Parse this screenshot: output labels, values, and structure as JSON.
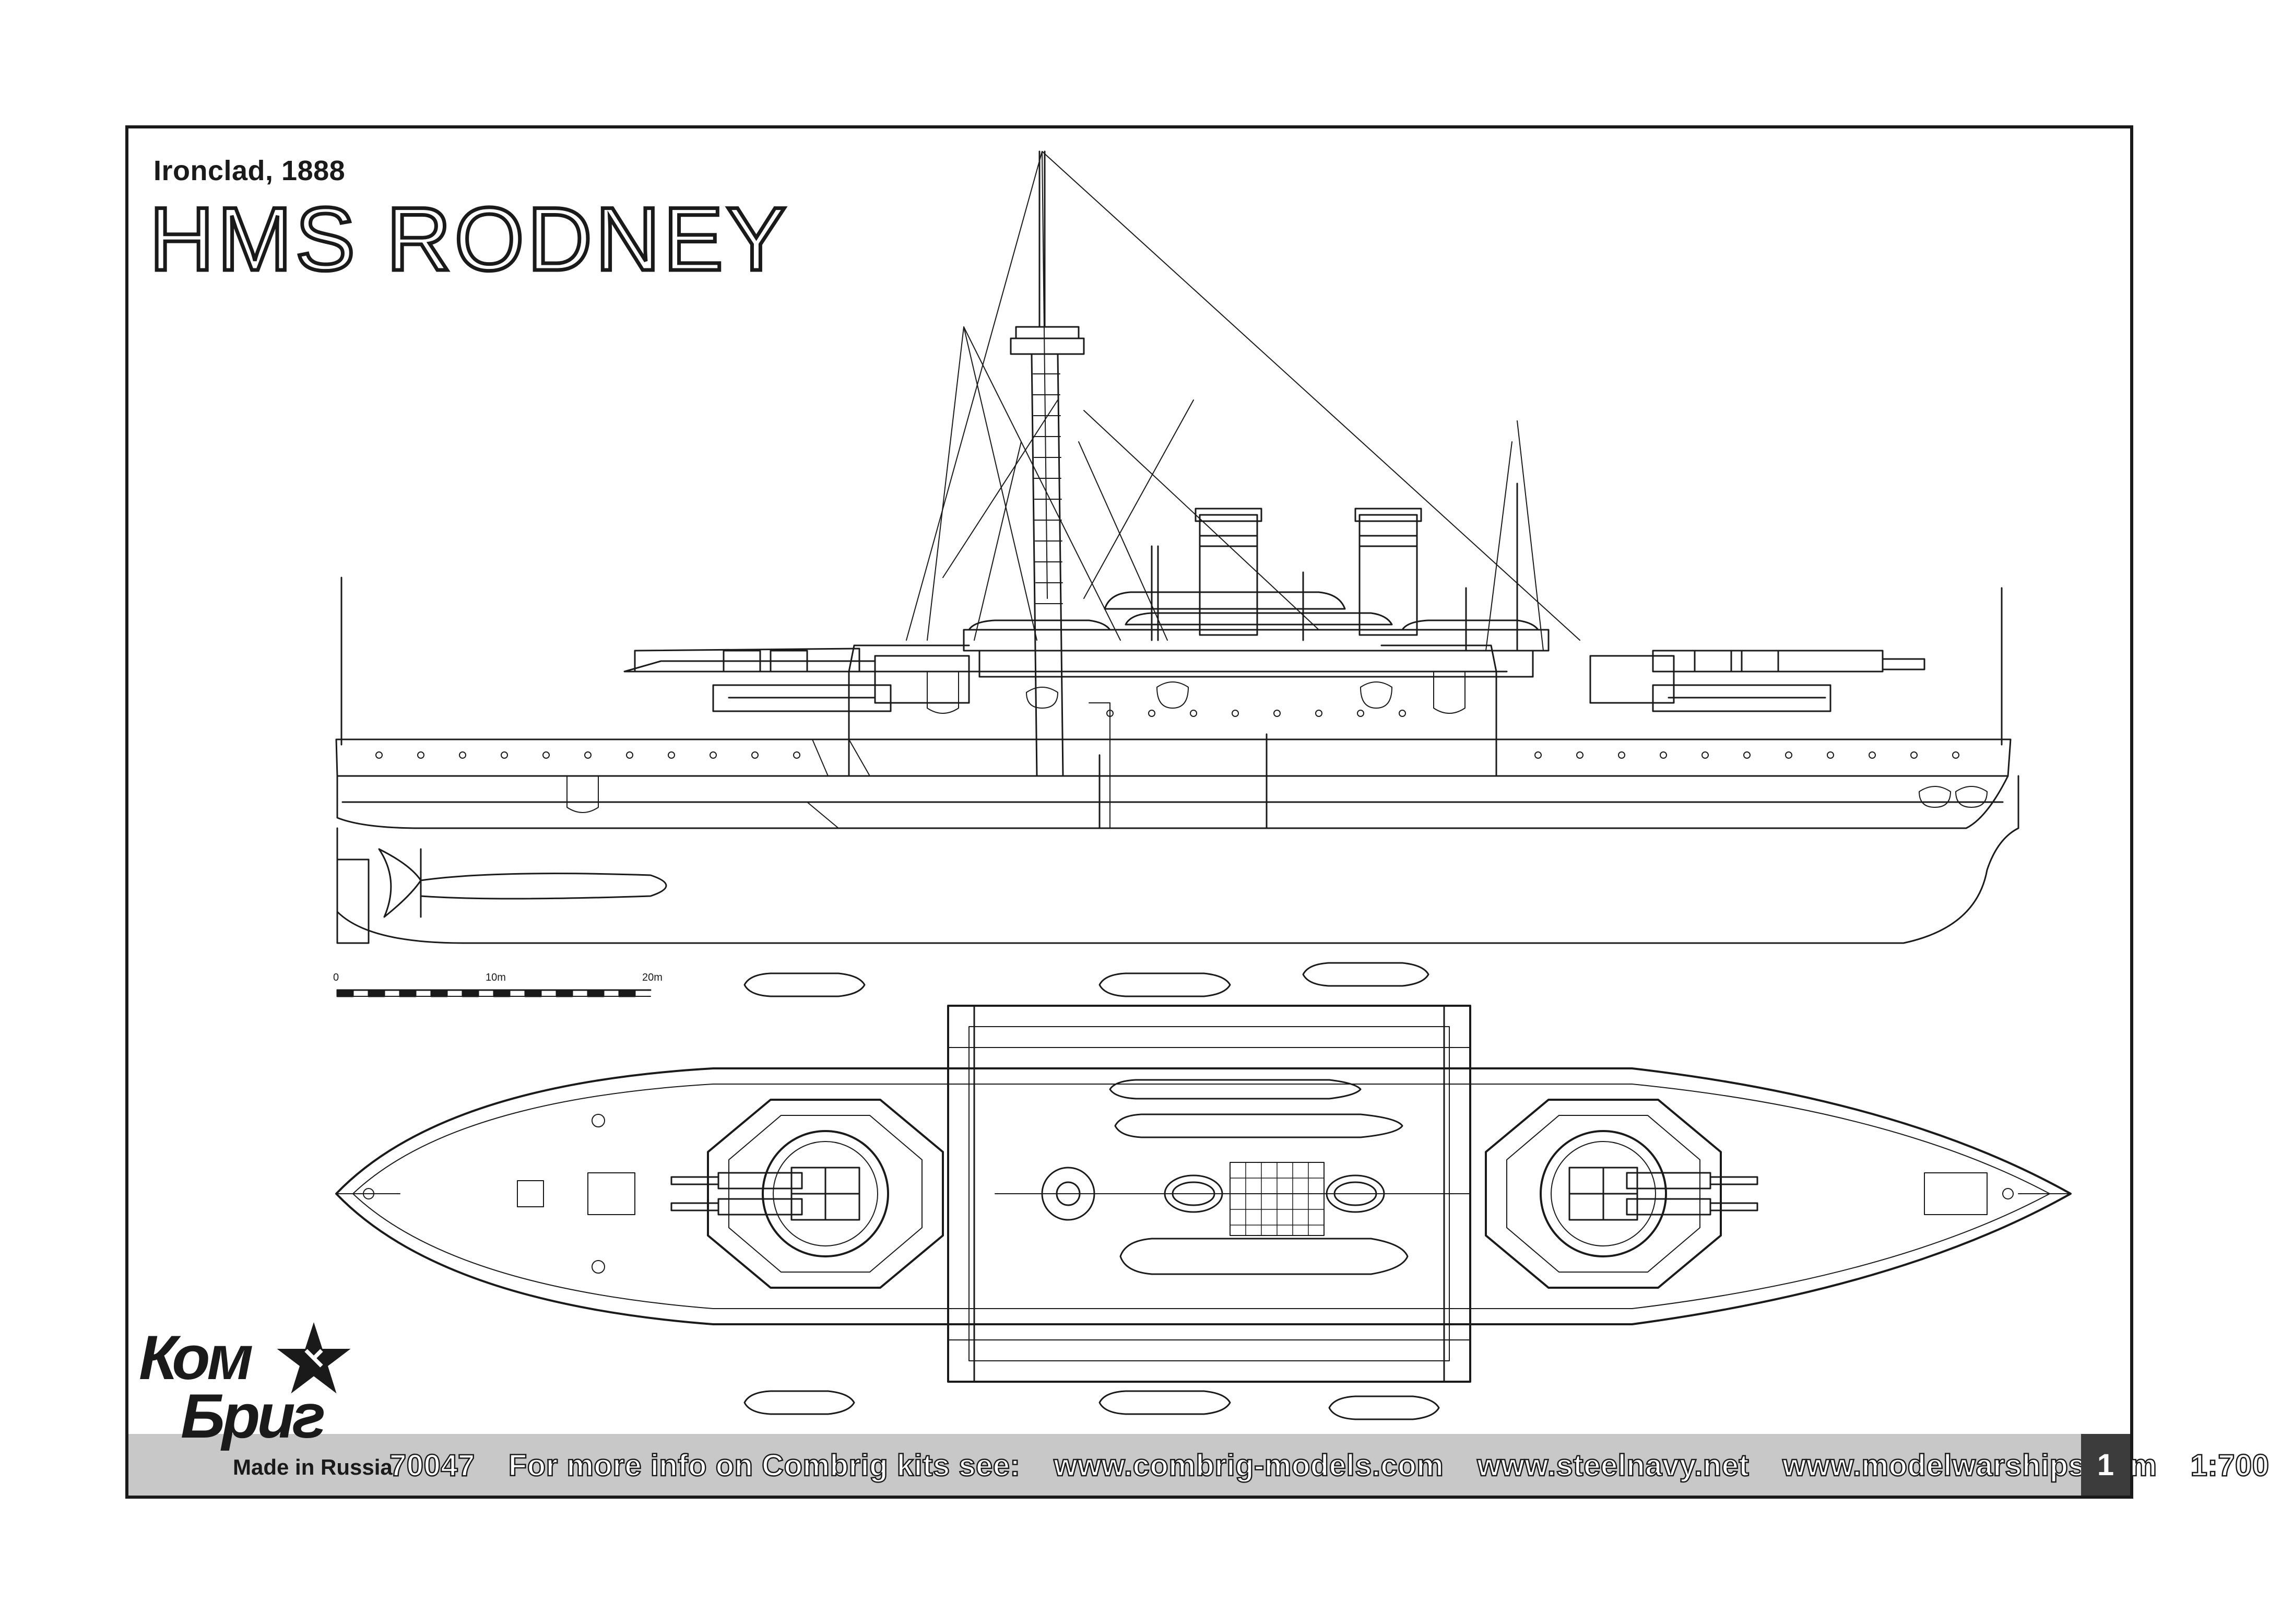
{
  "header": {
    "subtitle": "Ironclad, 1888",
    "title": "HMS RODNEY"
  },
  "scale_bar": {
    "labels": [
      "0",
      "10m",
      "20m"
    ]
  },
  "footer": {
    "kit_number": "70047",
    "info_text": "For more info on Combrig kits see:",
    "links": [
      "www.combrig-models.com",
      "www.steelnavy.net",
      "www.modelwarships.com"
    ],
    "scale": "1:700",
    "page_number": "1"
  },
  "logo": {
    "word1": "Ком",
    "word2": "Бриг",
    "made_in": "Made in Russia"
  },
  "colors": {
    "line": "#1a1a1a",
    "band": "#c8c8c8",
    "page_badge": "#3c3c3c",
    "background": "#ffffff"
  }
}
